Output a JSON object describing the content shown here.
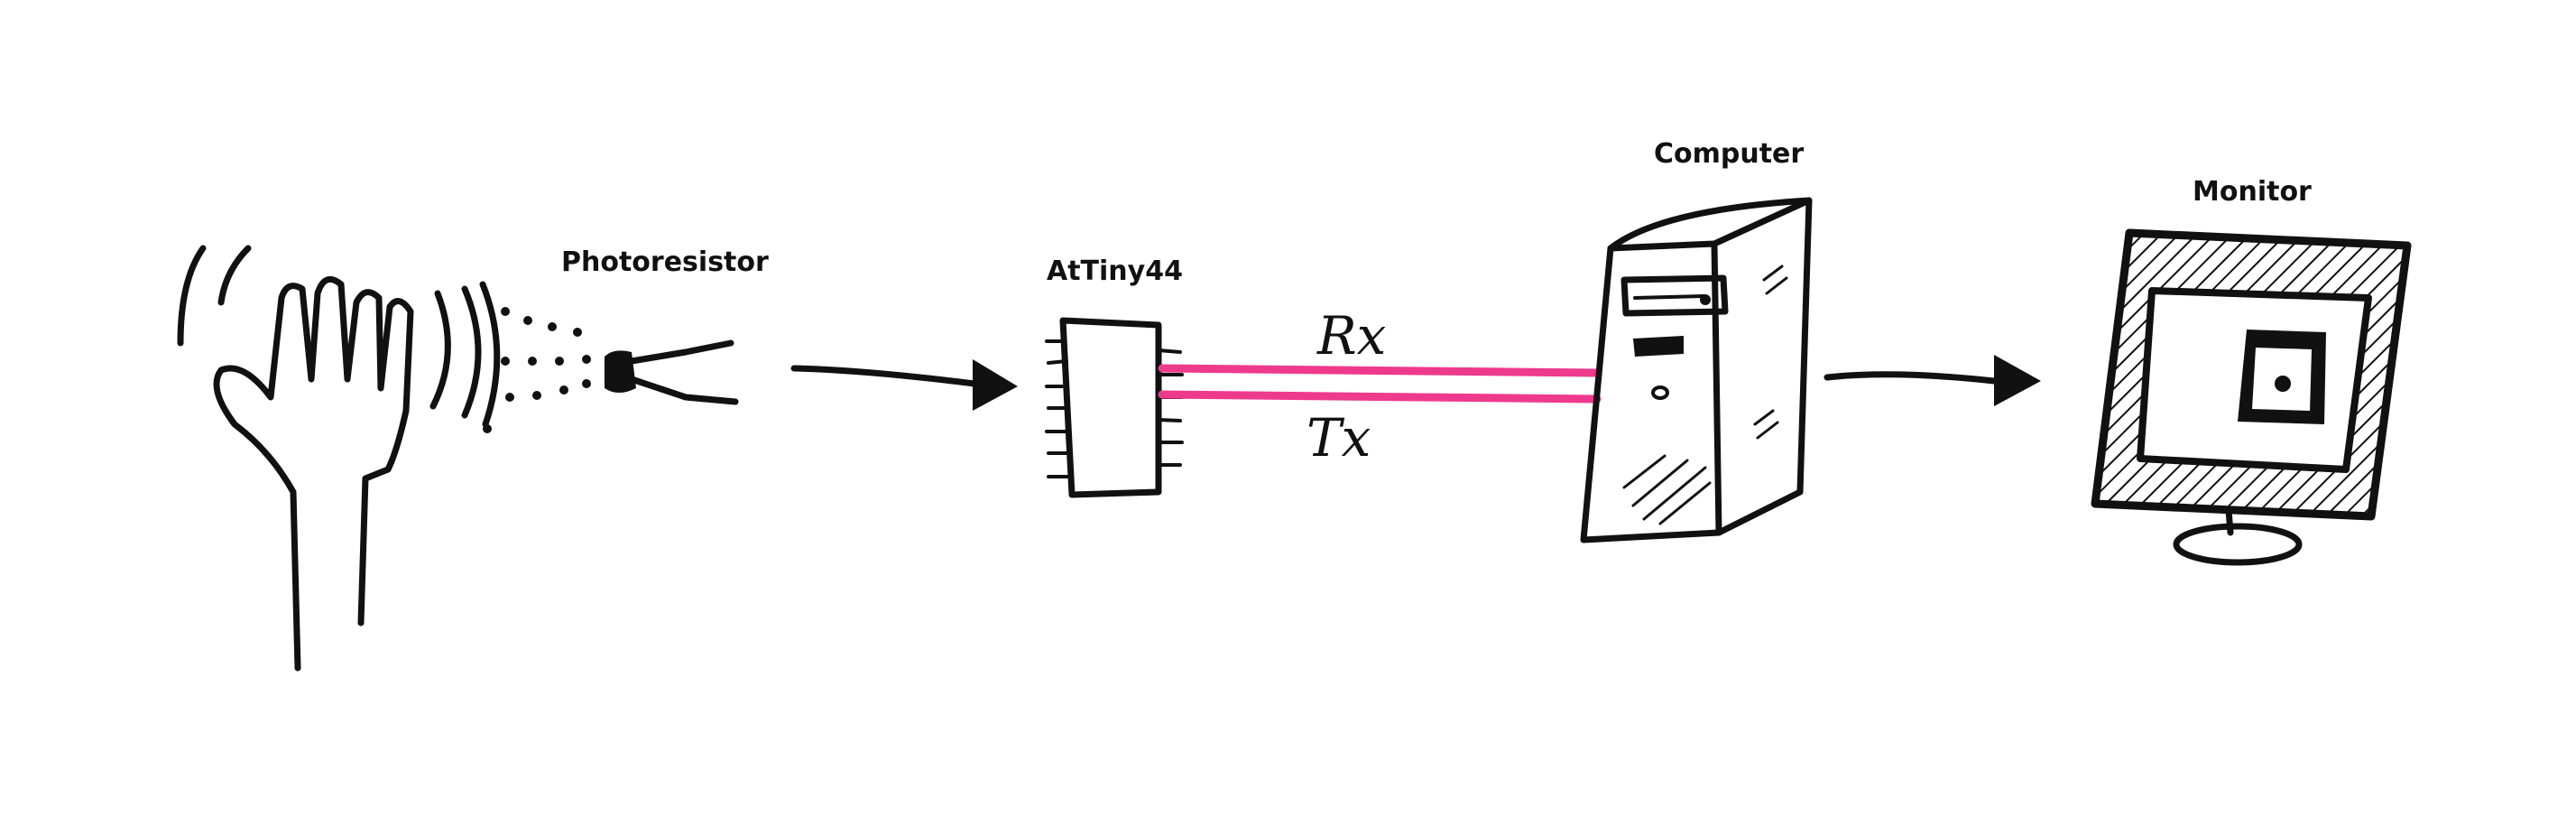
{
  "labels": {
    "photoresistor": "Photoresistor",
    "attiny": "AtTiny44",
    "computer": "Computer",
    "monitor": "Monitor",
    "rx": "Rx",
    "tx": "Tx"
  },
  "colors": {
    "ink": "#111111",
    "serial_lines": "#ee3a8c",
    "background": "#ffffff"
  },
  "icons": [
    "hand-icon",
    "photoresistor-icon",
    "chip-icon",
    "computer-tower-icon",
    "monitor-icon",
    "arrow-icon"
  ]
}
